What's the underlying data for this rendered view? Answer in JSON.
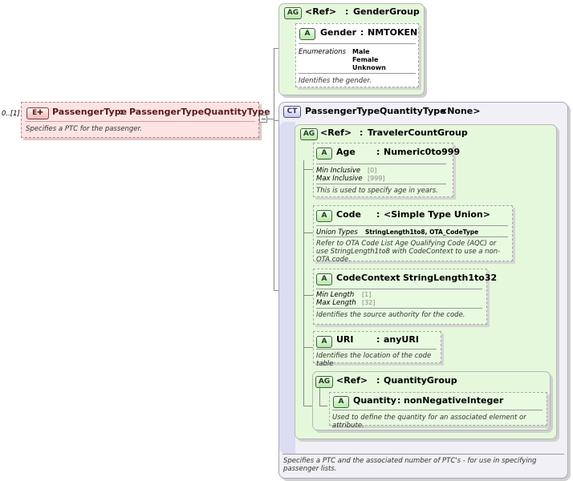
{
  "element": {
    "cardinality": "0..[1]",
    "badge": "E",
    "name": "PassengerType",
    "type": "PassengerTypeQuantityType",
    "description": "Specifies a PTC for the passenger."
  },
  "gender_group": {
    "badge": "AG",
    "ref": "<Ref>",
    "name": "GenderGroup",
    "attr": {
      "badge": "A",
      "name": "Gender",
      "type": "NMTOKEN",
      "enum_label": "Enumerations",
      "enums": [
        "Male",
        "Female",
        "Unknown"
      ],
      "description": "Identifies the gender."
    }
  },
  "complex_type": {
    "badge": "CT",
    "name": "PassengerTypeQuantityType",
    "base": "<None>",
    "description": "Specifies a PTC and the associated number of PTC's - for use in specifying passenger lists."
  },
  "traveler_group": {
    "badge": "AG",
    "ref": "<Ref>",
    "name": "TravelerCountGroup"
  },
  "age": {
    "badge": "A",
    "name": "Age",
    "type": "Numeric0to999",
    "min_label": "Min Inclusive",
    "min_value": "[0]",
    "max_label": "Max Inclusive",
    "max_value": "[999]",
    "description": "This is used to specify age in years."
  },
  "code": {
    "badge": "A",
    "name": "Code",
    "type": "<Simple Type Union>",
    "union_label": "Union Types",
    "union_value": "StringLength1to8, OTA_CodeType",
    "description": "Refer to OTA Code List Age Qualifying Code (AQC) or use StringLength1to8 with CodeContext to use a non-OTA code."
  },
  "code_context": {
    "badge": "A",
    "name": "CodeContext",
    "type": "StringLength1to32",
    "min_label": "Min Length",
    "min_value": "[1]",
    "max_label": "Max Length",
    "max_value": "[32]",
    "description": "Identifies the source authority for the code."
  },
  "uri": {
    "badge": "A",
    "name": "URI",
    "type": "anyURI",
    "description": "Identifies the location of the code table"
  },
  "quantity_group": {
    "badge": "AG",
    "ref": "<Ref>",
    "name": "QuantityGroup",
    "attr": {
      "badge": "A",
      "name": "Quantity",
      "type": "nonNegativeInteger",
      "description": "Used to define the quantity for an associated element or attribute."
    }
  }
}
